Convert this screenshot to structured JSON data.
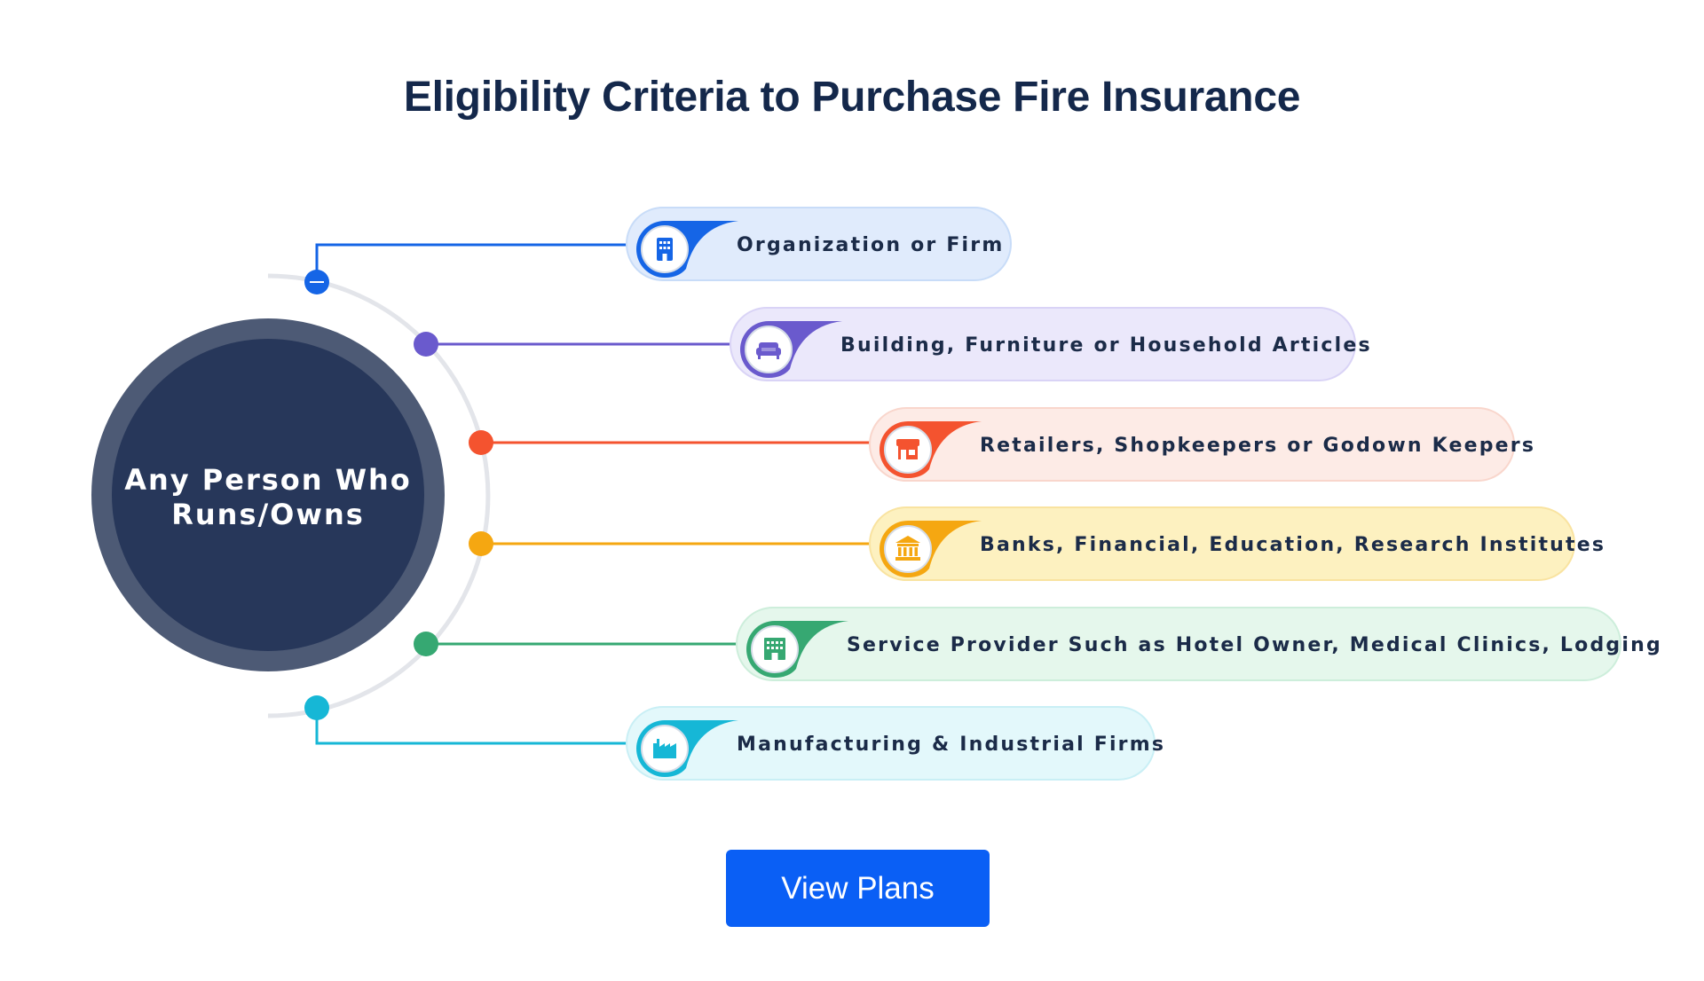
{
  "title": "Eligibility Criteria to Purchase Fire Insurance",
  "hub": {
    "line1": "Any Person Who",
    "line2": "Runs/Owns",
    "outer_color": "#4d5a75",
    "inner_color": "#27375a"
  },
  "criteria": [
    {
      "label": "Organization or Firm",
      "icon": "office-building-icon",
      "accent": "#1565e6",
      "pill_bg": "#e0ebfc",
      "pill_border": "#c8dcf8"
    },
    {
      "label": "Building, Furniture or Household Articles",
      "icon": "sofa-icon",
      "accent": "#6a5acd",
      "pill_bg": "#ebe8fb",
      "pill_border": "#d9d3f6"
    },
    {
      "label": "Retailers, Shopkeepers or Godown Keepers",
      "icon": "storefront-icon",
      "accent": "#f4532f",
      "pill_bg": "#fdebe6",
      "pill_border": "#f9d6cc"
    },
    {
      "label": "Banks, Financial, Education, Research Institutes",
      "icon": "bank-building-icon",
      "accent": "#f5a711",
      "pill_bg": "#fdf1c0",
      "pill_border": "#f9e3a0"
    },
    {
      "label": "Service Provider Such as Hotel Owner, Medical Clinics, Lodging",
      "icon": "hotel-icon",
      "accent": "#36a872",
      "pill_bg": "#e5f7ec",
      "pill_border": "#cdeedb"
    },
    {
      "label": "Manufacturing & Industrial Firms",
      "icon": "factory-icon",
      "accent": "#16b7d6",
      "pill_bg": "#e3f8fb",
      "pill_border": "#c9eff5"
    }
  ],
  "cta": {
    "label": "View Plans",
    "color": "#0a5ff5"
  }
}
